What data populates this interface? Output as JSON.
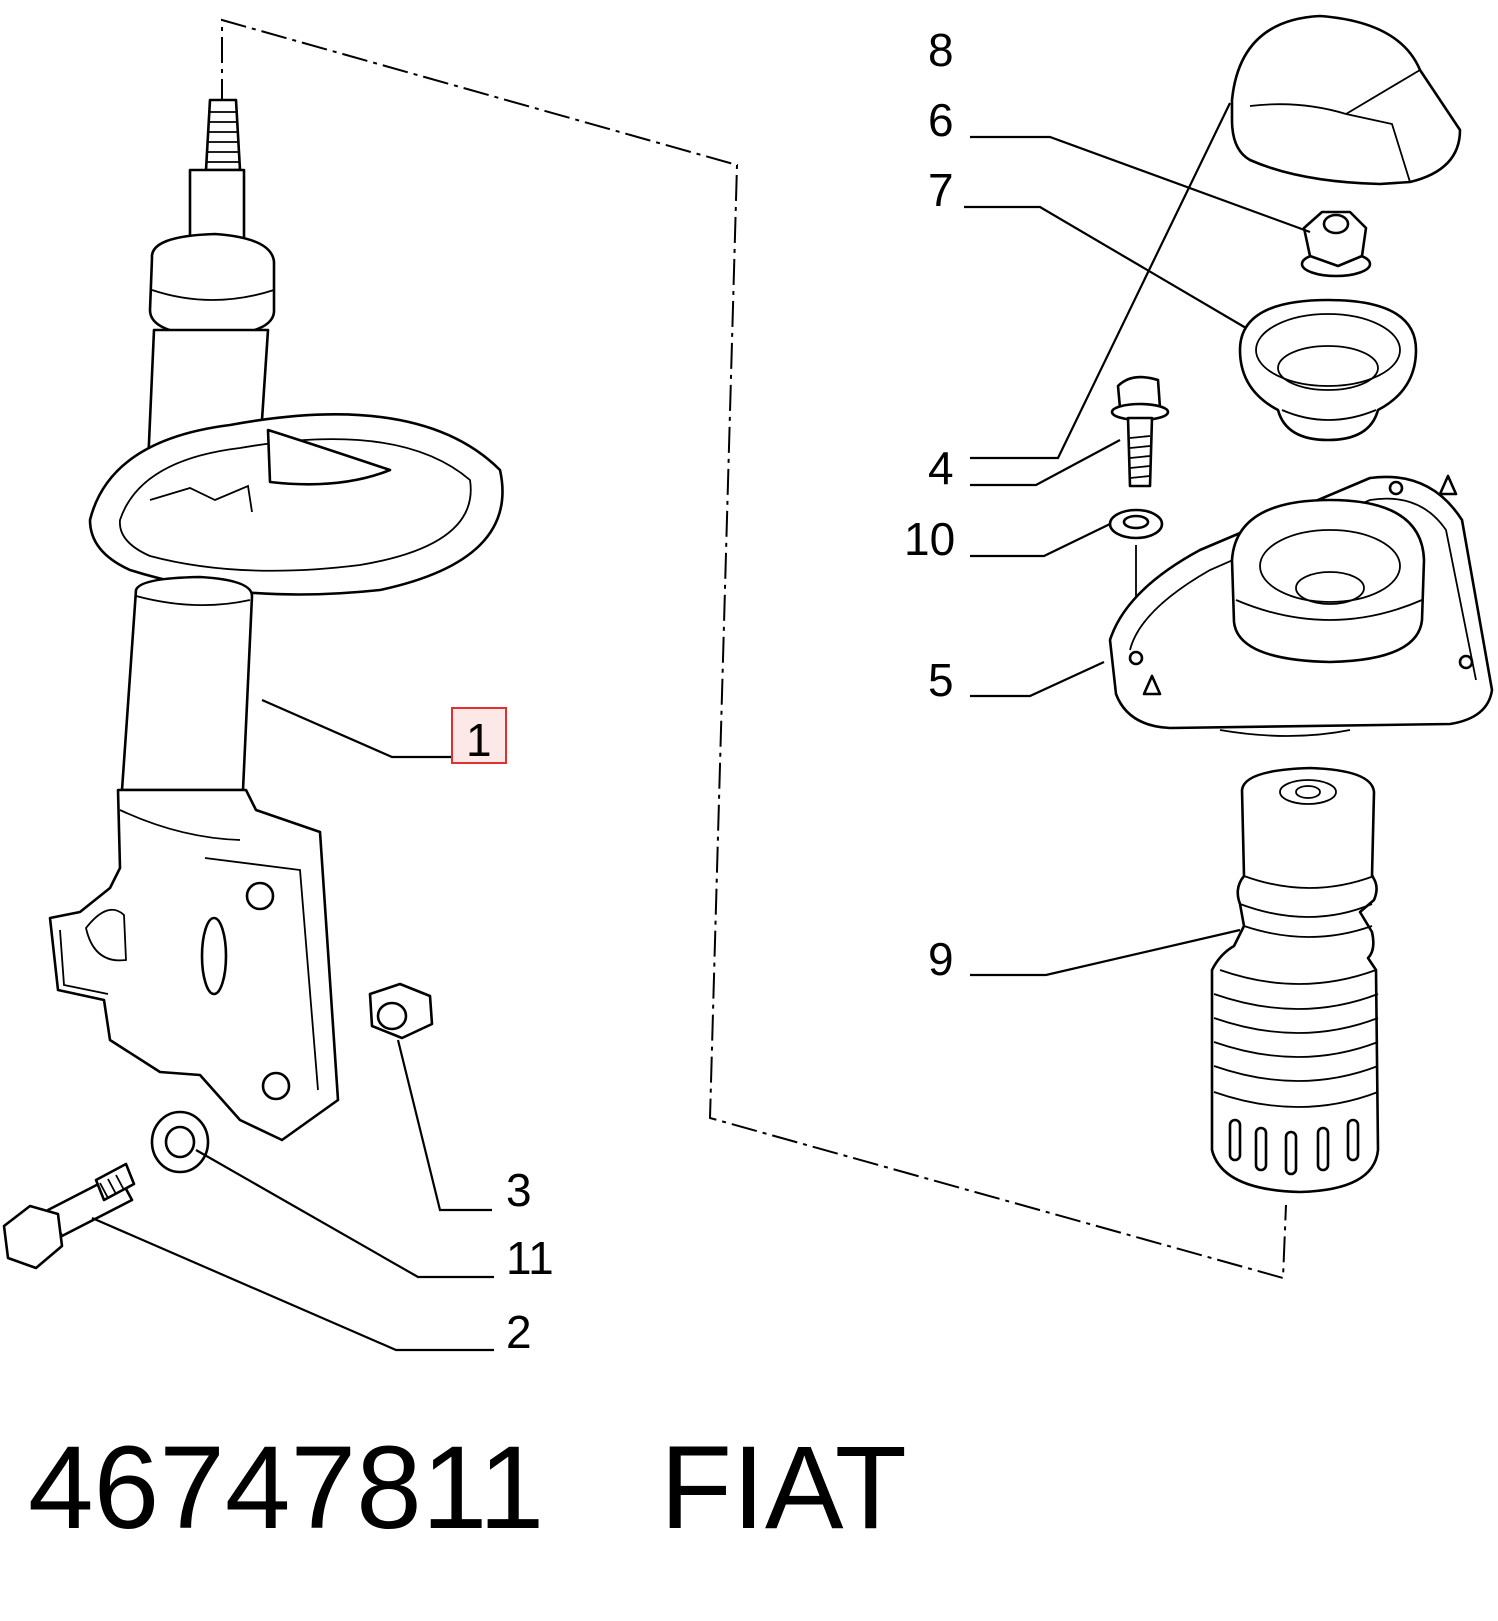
{
  "callouts": {
    "c1": "1",
    "c2": "2",
    "c3": "3",
    "c4": "4",
    "c5": "5",
    "c6": "6",
    "c7": "7",
    "c8": "8",
    "c9": "9",
    "c10": "10",
    "c11": "11"
  },
  "footer": {
    "part_number": "46747811",
    "brand": "FIAT"
  },
  "colors": {
    "line": "#000000",
    "background": "#ffffff",
    "highlight_box": "#e03030",
    "highlight_fill": "#fde8e8"
  }
}
